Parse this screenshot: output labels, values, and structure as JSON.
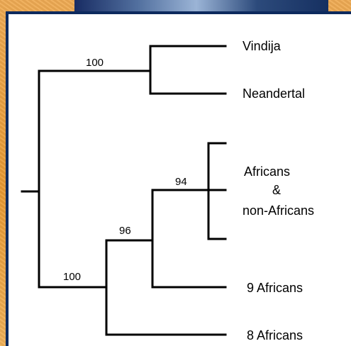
{
  "tree": {
    "taxa": {
      "vindija": "Vindija",
      "neandertal": "Neandertal",
      "africans_line1": "Africans",
      "africans_line2": "&",
      "africans_line3": "non-Africans",
      "nine_africans": "9 Africans",
      "eight_africans": "8 Africans"
    },
    "support_values": {
      "neandertal_clade": "100",
      "human_clade": "100",
      "modern_subclade": "96",
      "africans_non_africans_clade": "94"
    }
  },
  "colors": {
    "background": "#f2a94a",
    "panel_border": "#0d2a5e",
    "panel_fill": "#ffffff",
    "branch_color": "#000000"
  }
}
